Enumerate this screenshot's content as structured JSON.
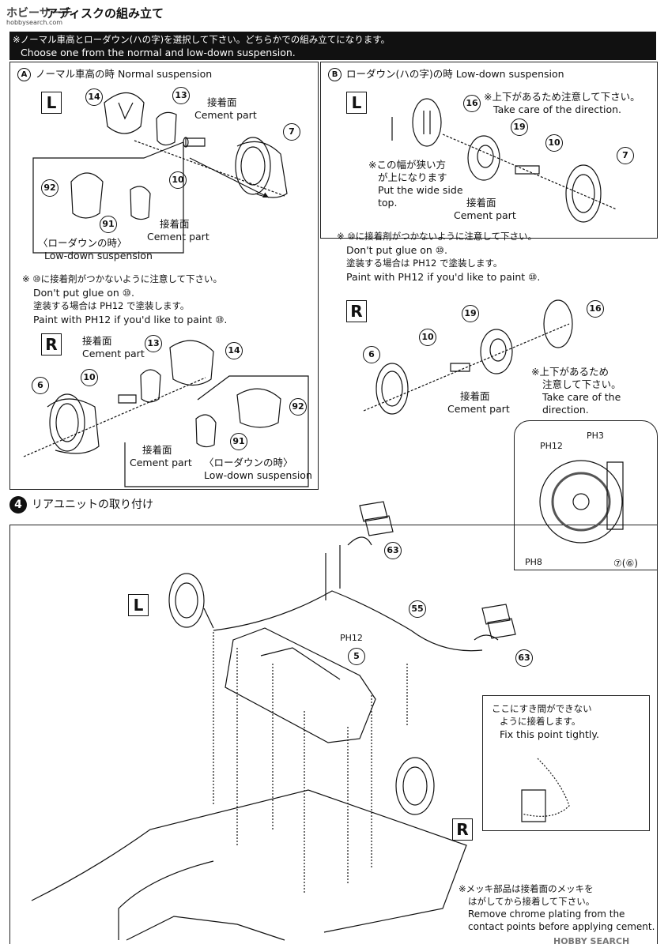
{
  "header": {
    "watermark": "ホビーサーチ",
    "watermark_url": "hobbysearch.com",
    "title": "アディスクの組み立て"
  },
  "banner": {
    "line_ja": "※ノーマル車高とローダウン(ハの字)を選択して下さい。どちらかでの組み立てになります。",
    "line_en": "Choose one from the normal and low-down suspension."
  },
  "section_a": {
    "marker": "A",
    "title": "ノーマル車高の時 Normal suspension",
    "side_l": "L",
    "side_r": "R",
    "parts_l": [
      "14",
      "13",
      "7",
      "10",
      "92",
      "91"
    ],
    "cement_ja": "接着面",
    "cement_en": "Cement part",
    "lowdown_ja": "〈ローダウンの時〉",
    "lowdown_en": "Low-down suspension",
    "note_ja": "※ ⑩に接着剤がつかないように注意して下さい。",
    "note_en": "Don't put glue on ⑩.",
    "paint_ja": "塗装する場合は PH12 で塗装します。",
    "paint_en": "Paint with PH12 if you'd like to paint ⑩.",
    "parts_r": [
      "13",
      "14",
      "10",
      "6",
      "92",
      "91"
    ]
  },
  "section_b": {
    "marker": "B",
    "title": "ローダウン(ハの字)の時 Low-down suspension",
    "side_l": "L",
    "side_r": "R",
    "parts_l": [
      "16",
      "19",
      "10",
      "7"
    ],
    "parts_r": [
      "19",
      "16",
      "10",
      "6"
    ],
    "dir_ja": "※上下があるため注意して下さい。",
    "dir_en": "Take care of the direction.",
    "dir2_ja1": "※上下があるため",
    "dir2_ja2": "注意して下さい。",
    "dir2_en1": "Take care of the",
    "dir2_en2": "direction.",
    "narrow_ja1": "※この幅が狭い方",
    "narrow_ja2": "が上になります",
    "narrow_en1": "Put the wide side",
    "narrow_en2": "top.",
    "cement_ja": "接着面",
    "cement_en": "Cement part",
    "note_ja": "※ ⑩に接着剤がつかないように注意して下さい。",
    "note_en": "Don't put glue on ⑩.",
    "paint_ja": "塗装する場合は PH12 で塗装します。",
    "paint_en": "Paint with PH12 if you'd like to paint ⑩."
  },
  "disc_detail": {
    "paint1": "PH12",
    "paint2": "PH3",
    "paint3": "PH8",
    "part_label": "⑦(⑥)"
  },
  "step4": {
    "step_number": "4",
    "title": "リアユニットの取り付け",
    "side_l": "L",
    "side_r": "R",
    "parts": [
      "63",
      "55",
      "5",
      "63"
    ],
    "paint": "PH12",
    "tight_ja1": "ここにすき間ができない",
    "tight_ja2": "ように接着します。",
    "tight_en": "Fix this point tightly.",
    "chrome_ja1": "※メッキ部品は接着面のメッキを",
    "chrome_ja2": "はがしてから接着して下さい。",
    "chrome_en1": "Remove chrome plating from the",
    "chrome_en2": "contact points before applying cement.",
    "footer_watermark": "HOBBY SEARCH"
  }
}
